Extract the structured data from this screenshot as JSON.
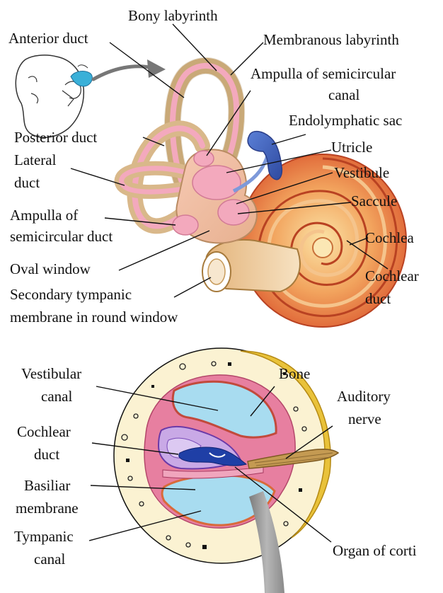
{
  "inner_ear": {
    "labels": {
      "bony_labyrinth": "Bony labyrinth",
      "anterior_duct": "Anterior duct",
      "membranous_labyrinth": "Membranous labyrinth",
      "ampulla_semicircular_canal_1": "Ampulla of semicircular",
      "ampulla_semicircular_canal_2": "canal",
      "endolymphatic_sac": "Endolymphatic sac",
      "posterior_duct": "Posterior duct",
      "utricle": "Utricle",
      "lateral_duct_1": "Lateral",
      "lateral_duct_2": "duct",
      "vestibule": "Vestibule",
      "saccule": "Saccule",
      "ampulla_semicircular_duct_1": "Ampulla of",
      "ampulla_semicircular_duct_2": "semicircular duct",
      "cochlea": "Cochlea",
      "oval_window": "Oval window",
      "cochlear_duct_1": "Cochlear",
      "cochlear_duct_2": "duct",
      "secondary_tympanic_1": "Secondary tympanic",
      "secondary_tympanic_2": "membrane in round window"
    }
  },
  "cochlea_section": {
    "labels": {
      "vestibular_canal_1": "Vestibular",
      "vestibular_canal_2": "canal",
      "bone": "Bone",
      "auditory_nerve_1": "Auditory",
      "auditory_nerve_2": "nerve",
      "cochlear_duct_1": "Cochlear",
      "cochlear_duct_2": "duct",
      "basiliar_membrane_1": "Basiliar",
      "basiliar_membrane_2": "membrane",
      "tympanic_canal_1": "Tympanic",
      "tympanic_canal_2": "canal",
      "organ_of_corti": "Organ of corti"
    }
  },
  "colors": {
    "bony_tan": "#d9b88a",
    "membranous_pink": "#f3a9bd",
    "cochlea_orange": "#e8703a",
    "canal_blue": "#a8dcf0",
    "sac_blue": "#4a6fc4",
    "bone_yellow": "#e9c23a",
    "nerve_brown": "#c49a52"
  }
}
